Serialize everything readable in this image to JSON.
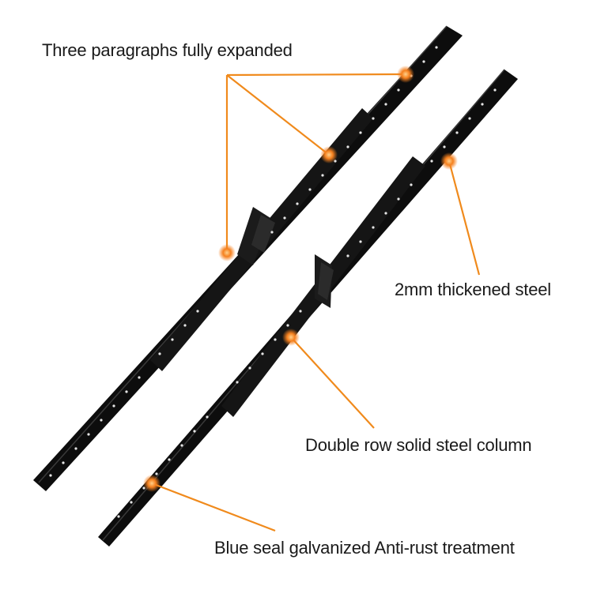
{
  "callouts": [
    {
      "id": "fully-expanded",
      "text": "Three paragraphs fully expanded"
    },
    {
      "id": "thickened-steel",
      "text": "2mm thickened steel"
    },
    {
      "id": "steel-column",
      "text": "Double row solid steel column"
    },
    {
      "id": "anti-rust",
      "text": "Blue seal galvanized Anti-rust treatment"
    }
  ],
  "colors": {
    "background": "#ffffff",
    "rail": "#0d0d0d",
    "rail_highlight": "#3a3a3a",
    "leader_line": "#f08a1c",
    "marker": "#f5801e"
  }
}
